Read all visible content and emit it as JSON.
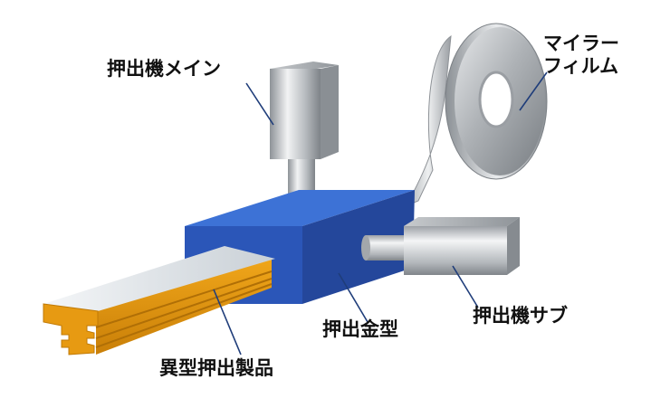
{
  "labels": {
    "main_extruder": "押出機メイン",
    "mylar_film_line1": "マイラー",
    "mylar_film_line2": "フィルム",
    "sub_extruder": "押出機サブ",
    "die": "押出金型",
    "profile_product": "異型押出製品"
  },
  "colors": {
    "die_front": "#2b56b8",
    "die_top": "#3d72d6",
    "die_side": "#24479b",
    "product_orange": "#e79a12",
    "product_top": "#e9eef3",
    "metal_mid": "#b9bdc1",
    "leader_line": "#1f3d7a"
  },
  "icons": [
    "main-extruder-cylinder-icon",
    "sub-extruder-cylinder-icon",
    "mylar-film-roll-icon",
    "extrusion-die-block-icon",
    "profile-product-icon"
  ]
}
